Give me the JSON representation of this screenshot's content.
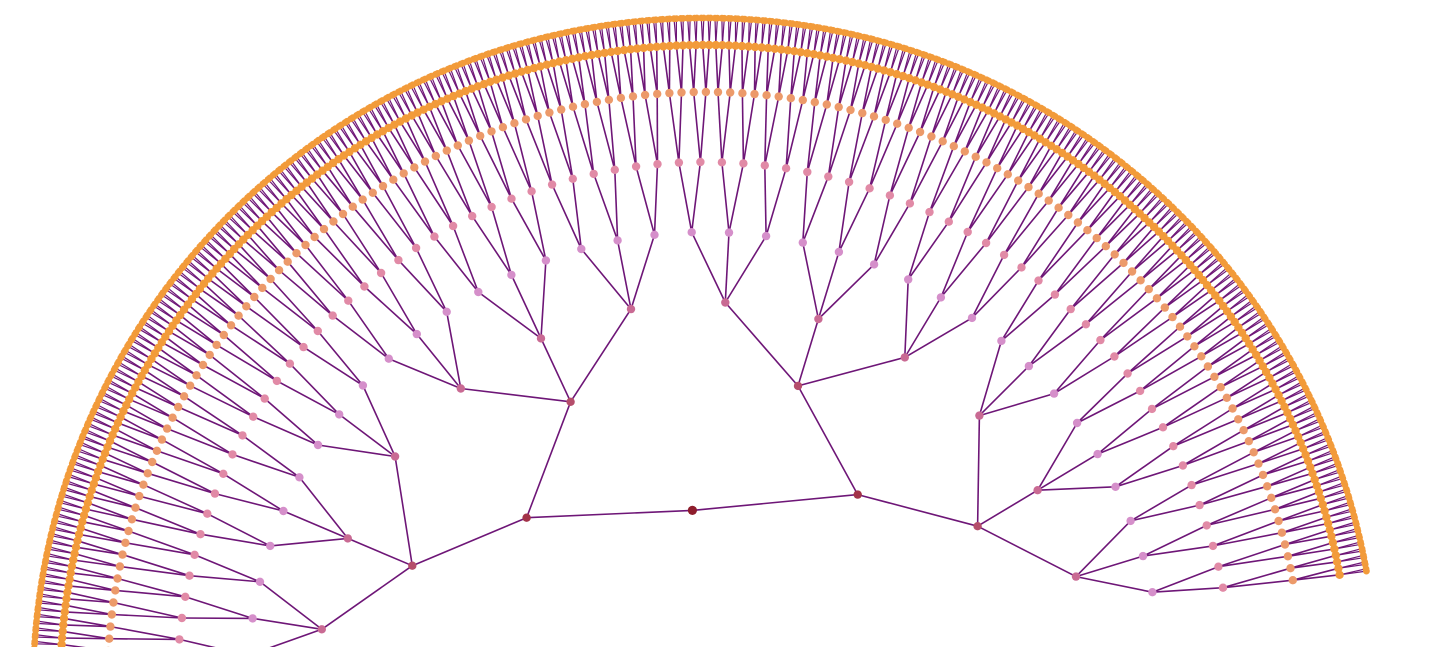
{
  "diagram": {
    "type": "radial-tree",
    "title": "",
    "colors": {
      "background": "#ffffff",
      "link": "#6e1677",
      "depth_palette": [
        "#8e1d2c",
        "#a23248",
        "#b54d6b",
        "#c96a93",
        "#d58fca",
        "#e18aa6",
        "#ec9a6a",
        "#f29b3a"
      ]
    },
    "branching": [
      2,
      2,
      3,
      3,
      2,
      2,
      2
    ]
  }
}
